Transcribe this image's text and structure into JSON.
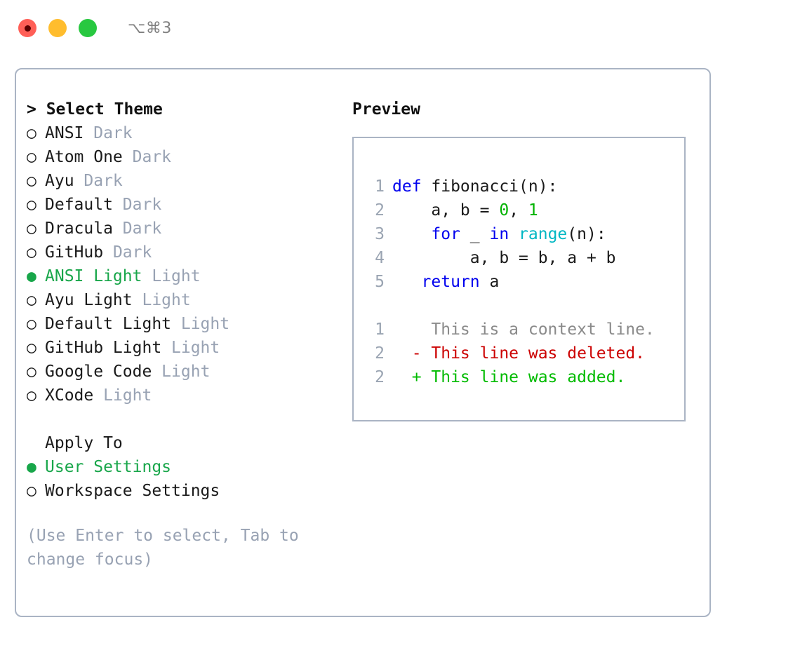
{
  "titlebar": {
    "shortcut": "⌥⌘3",
    "lights": [
      {
        "name": "close",
        "color": "#ff5f57"
      },
      {
        "name": "minimize",
        "color": "#ffbd2e"
      },
      {
        "name": "zoom",
        "color": "#28c840"
      }
    ]
  },
  "colors": {
    "accent_green": "#18a64a",
    "muted": "#98a2b3",
    "border": "#aab4c4",
    "keyword_blue": "#0000ee",
    "function_cyan": "#00b7c3",
    "number_green": "#00b200",
    "diff_delete": "#cc0000",
    "diff_add": "#00bb00",
    "diff_context": "#8a8a8a"
  },
  "theme_section": {
    "header": "> Select Theme",
    "items": [
      {
        "marker": "○",
        "name": "ANSI",
        "suffix": "Dark",
        "selected": false
      },
      {
        "marker": "○",
        "name": "Atom One",
        "suffix": "Dark",
        "selected": false
      },
      {
        "marker": "○",
        "name": "Ayu",
        "suffix": "Dark",
        "selected": false
      },
      {
        "marker": "○",
        "name": "Default",
        "suffix": "Dark",
        "selected": false
      },
      {
        "marker": "○",
        "name": "Dracula",
        "suffix": "Dark",
        "selected": false
      },
      {
        "marker": "○",
        "name": "GitHub",
        "suffix": "Dark",
        "selected": false
      },
      {
        "marker": "●",
        "name": "ANSI Light",
        "suffix": "Light",
        "selected": true
      },
      {
        "marker": "○",
        "name": "Ayu Light",
        "suffix": "Light",
        "selected": false
      },
      {
        "marker": "○",
        "name": "Default Light",
        "suffix": "Light",
        "selected": false
      },
      {
        "marker": "○",
        "name": "GitHub Light",
        "suffix": "Light",
        "selected": false
      },
      {
        "marker": "○",
        "name": "Google Code",
        "suffix": "Light",
        "selected": false
      },
      {
        "marker": "○",
        "name": "XCode",
        "suffix": "Light",
        "selected": false
      }
    ]
  },
  "apply_section": {
    "header": "Apply To",
    "items": [
      {
        "marker": "●",
        "name": "User Settings",
        "suffix": "",
        "selected": true
      },
      {
        "marker": "○",
        "name": "Workspace Settings",
        "suffix": "",
        "selected": false
      }
    ]
  },
  "hint": "(Use Enter to select, Tab to change focus)",
  "preview": {
    "title": "Preview",
    "code_lines": [
      {
        "number": "1",
        "tokens": [
          {
            "text": "def",
            "style": "kw"
          },
          {
            "text": " fibonacci(n):",
            "style": "plain-code"
          }
        ]
      },
      {
        "number": "2",
        "tokens": [
          {
            "text": "    a, b = ",
            "style": "plain-code"
          },
          {
            "text": "0",
            "style": "num"
          },
          {
            "text": ", ",
            "style": "plain-code"
          },
          {
            "text": "1",
            "style": "num"
          }
        ]
      },
      {
        "number": "3",
        "tokens": [
          {
            "text": "    ",
            "style": "plain-code"
          },
          {
            "text": "for",
            "style": "kw"
          },
          {
            "text": " _ ",
            "style": "plain-code"
          },
          {
            "text": "in",
            "style": "kw"
          },
          {
            "text": " ",
            "style": "plain-code"
          },
          {
            "text": "range",
            "style": "fn"
          },
          {
            "text": "(n):",
            "style": "plain-code"
          }
        ]
      },
      {
        "number": "4",
        "tokens": [
          {
            "text": "        a, b = b, a + b",
            "style": "plain-code"
          }
        ]
      },
      {
        "number": "5",
        "tokens": [
          {
            "text": "   ",
            "style": "plain-code"
          },
          {
            "text": "return",
            "style": "kw"
          },
          {
            "text": " a",
            "style": "plain-code"
          }
        ]
      }
    ],
    "diff_lines": [
      {
        "number": "1",
        "prefix": "  ",
        "text": "This is a context line.",
        "style": "diff-ctx"
      },
      {
        "number": "2",
        "prefix": "- ",
        "text": "This line was deleted.",
        "style": "diff-del"
      },
      {
        "number": "2",
        "prefix": "+ ",
        "text": "This line was added.",
        "style": "diff-add"
      }
    ]
  }
}
